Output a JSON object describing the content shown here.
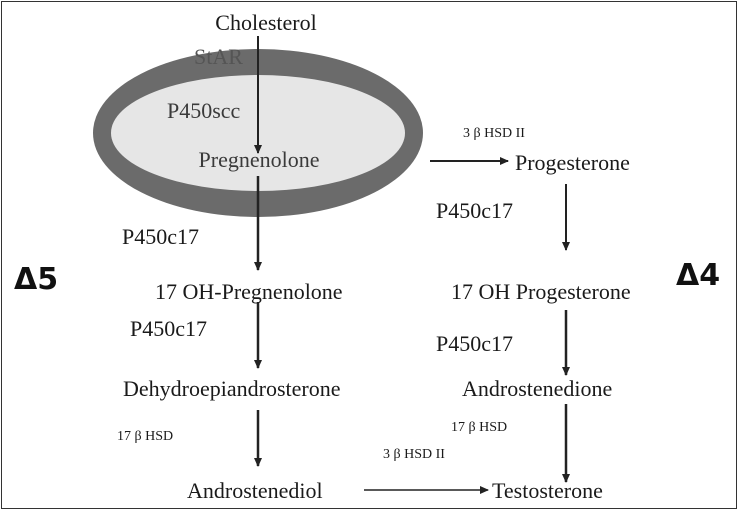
{
  "diagram": {
    "nodes": {
      "cholesterol": "Cholesterol",
      "pregnenolone": "Pregnenolone",
      "progesterone": "Progesterone",
      "oh_pregnenolone": "17 OH-Pregnenolone",
      "oh_progesterone": "17 OH Progesterone",
      "dhea": "Dehydroepiandrosterone",
      "androstenedione": "Androstenedione",
      "androstenediol": "Androstenediol",
      "testosterone": "Testosterone"
    },
    "enzymes": {
      "star": "StAR",
      "p450scc": "P450scc",
      "hsd3_top": "3 β HSD II",
      "p450c17_a": "P450c17",
      "p450c17_b": "P450c17",
      "p450c17_c": "P450c17",
      "p450c17_d": "P450c17",
      "hsd17_left": "17 β HSD",
      "hsd17_right": "17 β HSD",
      "hsd3_bottom": "3 β HSD II"
    },
    "pathways": {
      "left": "Δ5",
      "right": "Δ4"
    },
    "colors": {
      "membrane": "#6b6b6b",
      "interior": "#e6e6e6",
      "text": "#1a1a1a",
      "arrow": "#222222"
    }
  }
}
